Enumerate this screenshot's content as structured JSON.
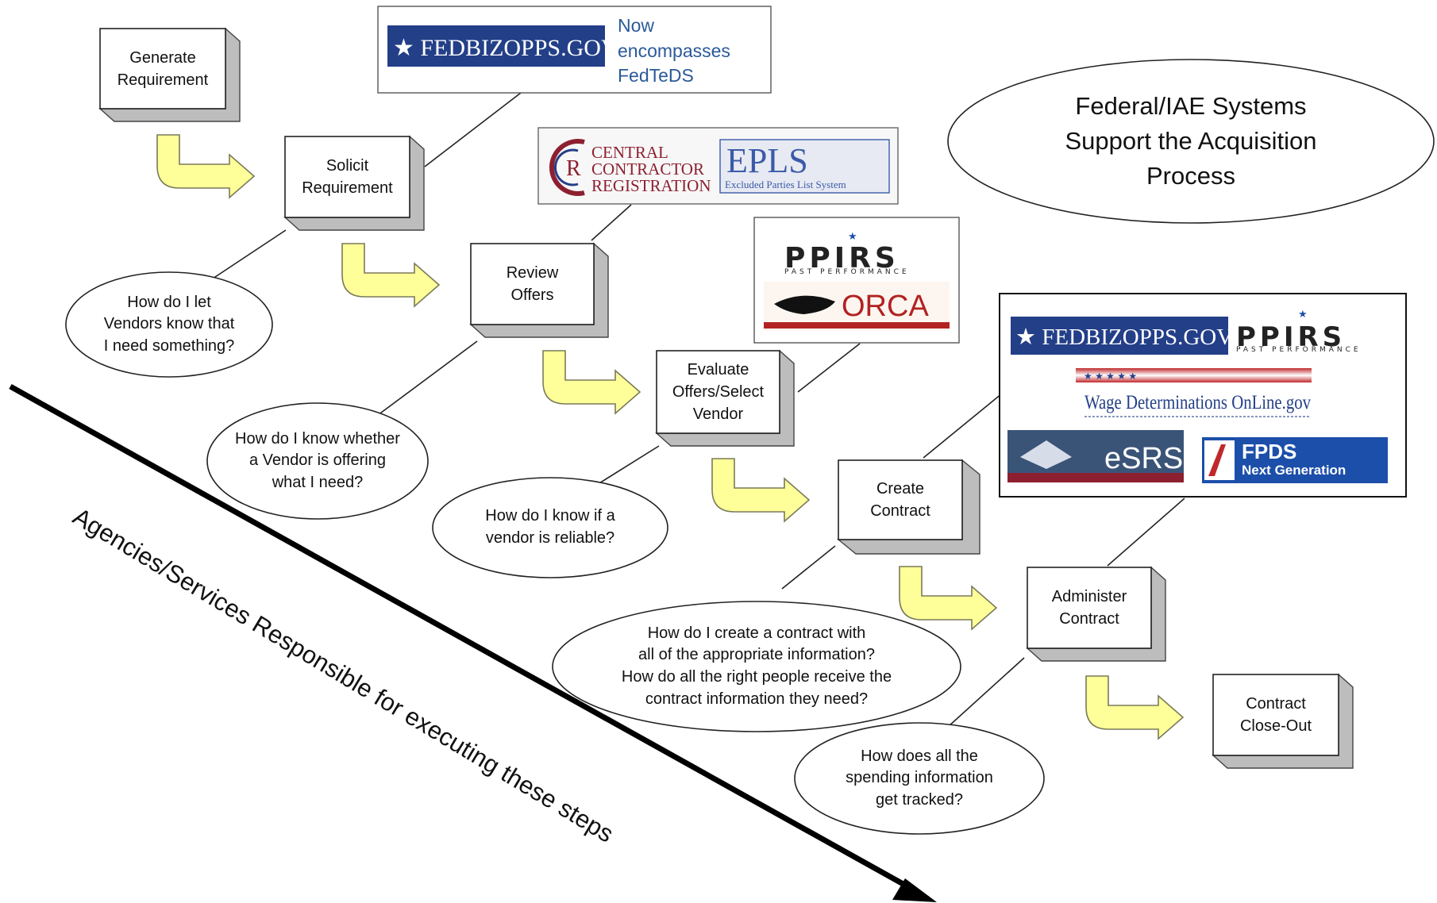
{
  "steps": [
    {
      "id": "generate",
      "label": "Generate\nRequirement"
    },
    {
      "id": "solicit",
      "label": "Solicit\nRequirement"
    },
    {
      "id": "review",
      "label": "Review\nOffers"
    },
    {
      "id": "evaluate",
      "label": "Evaluate\nOffers/Select\nVendor"
    },
    {
      "id": "create",
      "label": "Create\nContract"
    },
    {
      "id": "administer",
      "label": "Administer\nContract"
    },
    {
      "id": "closeout",
      "label": "Contract\nClose-Out"
    }
  ],
  "questions": [
    {
      "id": "q1",
      "text": "How do I let\nVendors know that\nI need something?"
    },
    {
      "id": "q2",
      "text": "How do I know whether\na Vendor is offering\nwhat  I need?"
    },
    {
      "id": "q3",
      "text": "How do I know if a\nvendor is reliable?"
    },
    {
      "id": "q4",
      "text": "How do I create a contract with\nall of the appropriate information?\nHow do all the right people receive the\ncontract information they need?"
    },
    {
      "id": "q5",
      "text": "How does all the\nspending information\nget tracked?"
    }
  ],
  "title": "Federal/IAE Systems\nSupport the Acquisition\nProcess",
  "diagonal_label": "Agencies/Services Responsible for executing these steps",
  "system_logos": {
    "fbo": "★ FEDBIZOPPS.GOV",
    "fbo_note": "Now\nencompasses\nFedTeDS",
    "ccr_initial": "R",
    "ccr": [
      "CENTRAL",
      "CONTRACTOR",
      "REGISTRATION"
    ],
    "epls": "EPLS",
    "epls_sub": "Excluded Parties List System",
    "ppirs": "PPIRS",
    "ppirs_sub": "PAST PERFORMANCE",
    "orca": "ORCA",
    "wdol": "Wage Determinations OnLine.gov",
    "esrs": "eSRS",
    "fpds": "FPDS",
    "fpds_sub": "Next Generation"
  },
  "colors": {
    "arrow_fill": "#ffff99",
    "arrow_stroke": "#7a7a5a",
    "box_side": "#bdbdbd",
    "fbo_blue": "#233f88",
    "link_blue": "#2a5a98",
    "ccr_maroon": "#8c2030",
    "epls_blue": "#3b5aa8",
    "orca_red": "#b22222",
    "fpds_blue": "#1c4faa"
  }
}
